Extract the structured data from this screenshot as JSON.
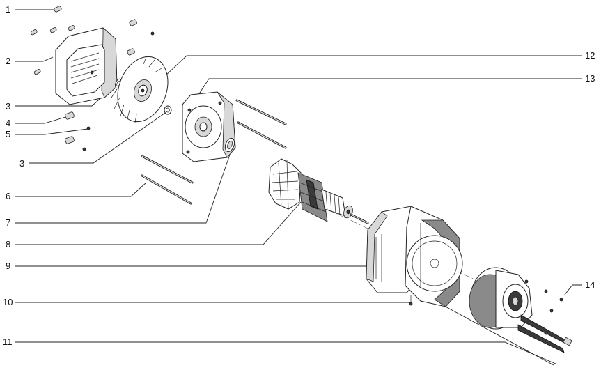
{
  "callouts": {
    "c1": "1",
    "c2": "2",
    "c3a": "3",
    "c3b": "3",
    "c4": "4",
    "c5": "5",
    "c6": "6",
    "c7": "7",
    "c8": "8",
    "c9": "9",
    "c10": "10",
    "c11": "11",
    "c12": "12",
    "c13": "13",
    "c14": "14"
  }
}
